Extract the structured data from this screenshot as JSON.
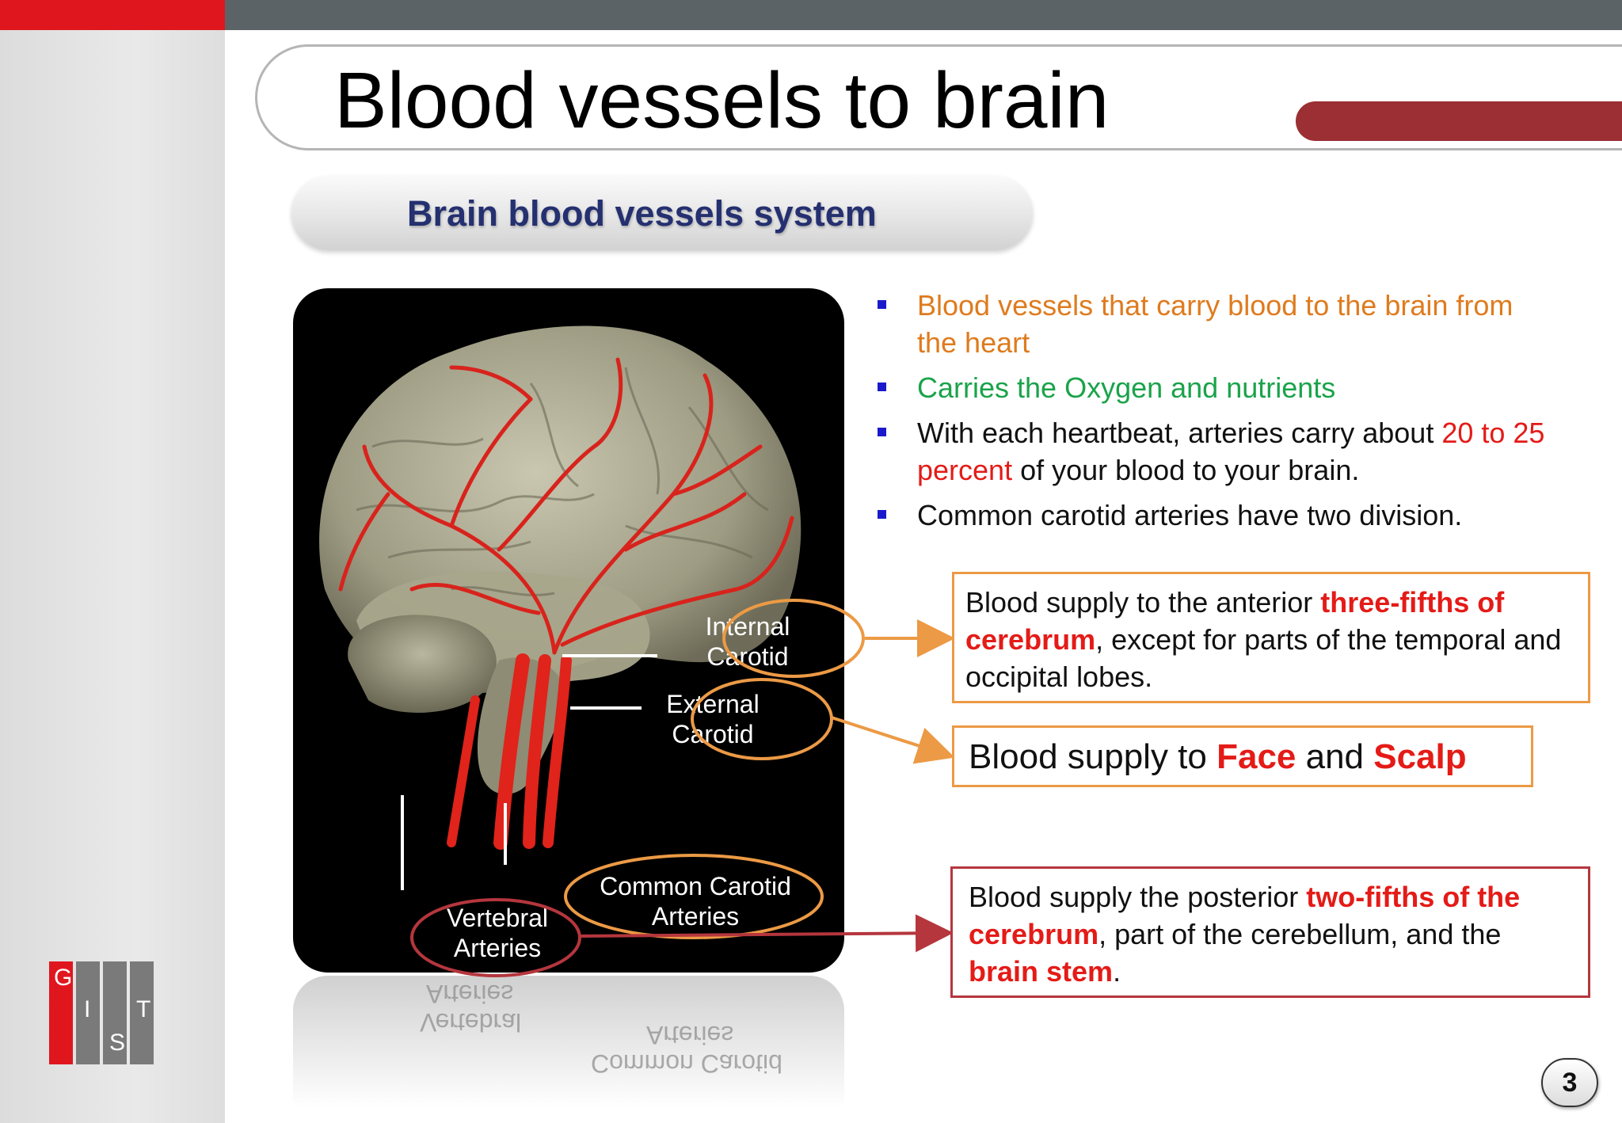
{
  "slide": {
    "title": "Blood vessels to brain",
    "subtitle": "Brain blood vessels system",
    "page_number": "3"
  },
  "logo": {
    "letters": [
      "G",
      "I",
      "S",
      "T"
    ]
  },
  "diagram": {
    "labels": {
      "internal_carotid": [
        "Internal",
        "Carotid"
      ],
      "external_carotid": [
        "External",
        "Carotid"
      ],
      "common_carotid": [
        "Common Carotid",
        "Arteries"
      ],
      "vertebral": [
        "Vertebral",
        "Arteries"
      ]
    }
  },
  "bullets": [
    {
      "parts": [
        {
          "text": "Blood vessels that carry blood to the brain from the heart",
          "style": "orange"
        }
      ]
    },
    {
      "parts": [
        {
          "text": "Carries the Oxygen and nutrients",
          "style": "green"
        }
      ]
    },
    {
      "parts": [
        {
          "text": "With each heartbeat, arteries carry about ",
          "style": "plain"
        },
        {
          "text": "20 to 25 percent",
          "style": "red"
        },
        {
          "text": " of your blood to your brain.",
          "style": "plain"
        }
      ]
    },
    {
      "parts": [
        {
          "text": "Common carotid arteries have two division.",
          "style": "plain"
        }
      ]
    }
  ],
  "callouts": {
    "internal": {
      "a": "Blood supply to the anterior ",
      "b": "three-fifths of cerebrum",
      "c": ", except for parts of the temporal and occipital lobes."
    },
    "external": {
      "a": "Blood supply to ",
      "b": "Face",
      "c": " and ",
      "d": "Scalp"
    },
    "vertebral": {
      "a": "Blood supply the posterior ",
      "b": "two-fifths of the cerebrum",
      "c": ", part of the cerebellum, and the ",
      "d": "brain stem",
      "e": "."
    }
  },
  "colors": {
    "accent_red": "#e0161f",
    "header_grey": "#5b6366",
    "orange_text": "#df7b1e",
    "green_text": "#1aa34a",
    "highlight_red": "#e41b17",
    "bullet_blue": "#1a1acc",
    "callout_orange": "#ec9a45",
    "callout_maroon": "#b5363d"
  }
}
